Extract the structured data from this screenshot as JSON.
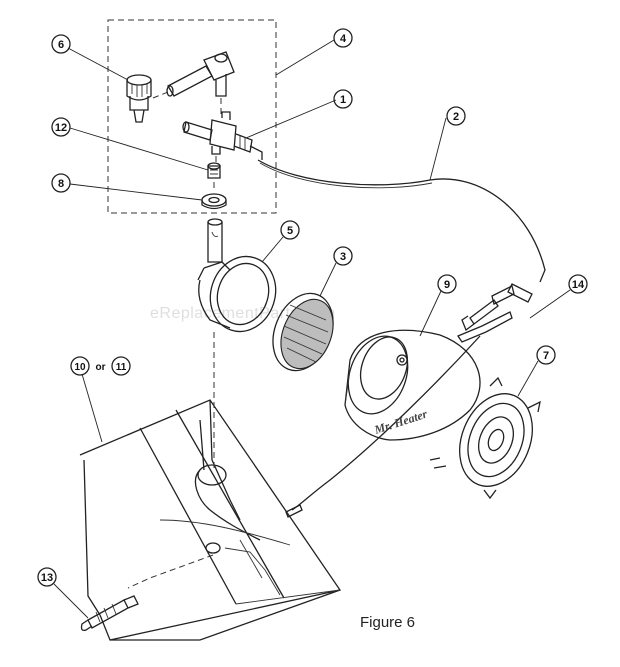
{
  "figure_caption": "Figure 6",
  "watermark": "eReplacementParts.com",
  "reflector_brand": "Mr. Heater",
  "callouts": {
    "c1": "1",
    "c2": "2",
    "c3": "3",
    "c4": "4",
    "c5": "5",
    "c6": "6",
    "c7": "7",
    "c8": "8",
    "c9": "9",
    "c10_11": "10 or 11",
    "c12": "12",
    "c13": "13",
    "c14": "14"
  },
  "colors": {
    "line": "#222222",
    "grille": "#bdbdbd",
    "background": "#ffffff"
  }
}
